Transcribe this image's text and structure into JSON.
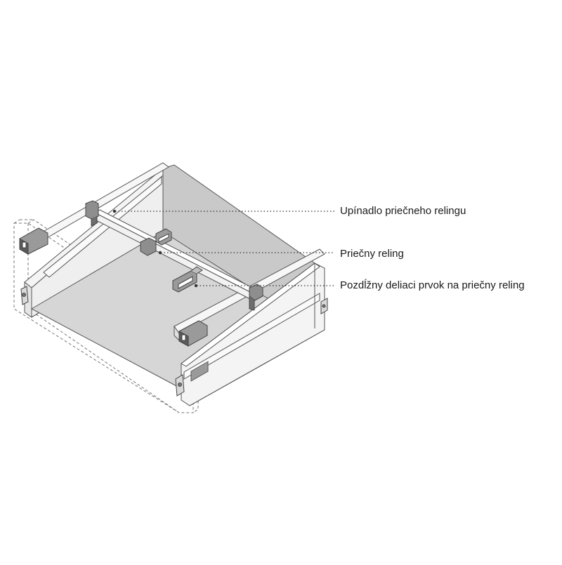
{
  "callouts": [
    {
      "id": "clamp",
      "text": "Upínadlo priečneho relingu"
    },
    {
      "id": "cross",
      "text": "Priečny reling"
    },
    {
      "id": "divider",
      "text": "Pozdĺžny deliaci prvok na priečny reling"
    }
  ],
  "colors": {
    "outline": "#555555",
    "panel_fill": "#f4f4f4",
    "floor_fill": "#d6d6d6",
    "back_fill": "#c9c9c9",
    "metal_fill": "#9a9a9a",
    "dark_part": "#6e6e6e",
    "leader_line": "#333333"
  },
  "icons": [
    "drawer-diagram"
  ]
}
